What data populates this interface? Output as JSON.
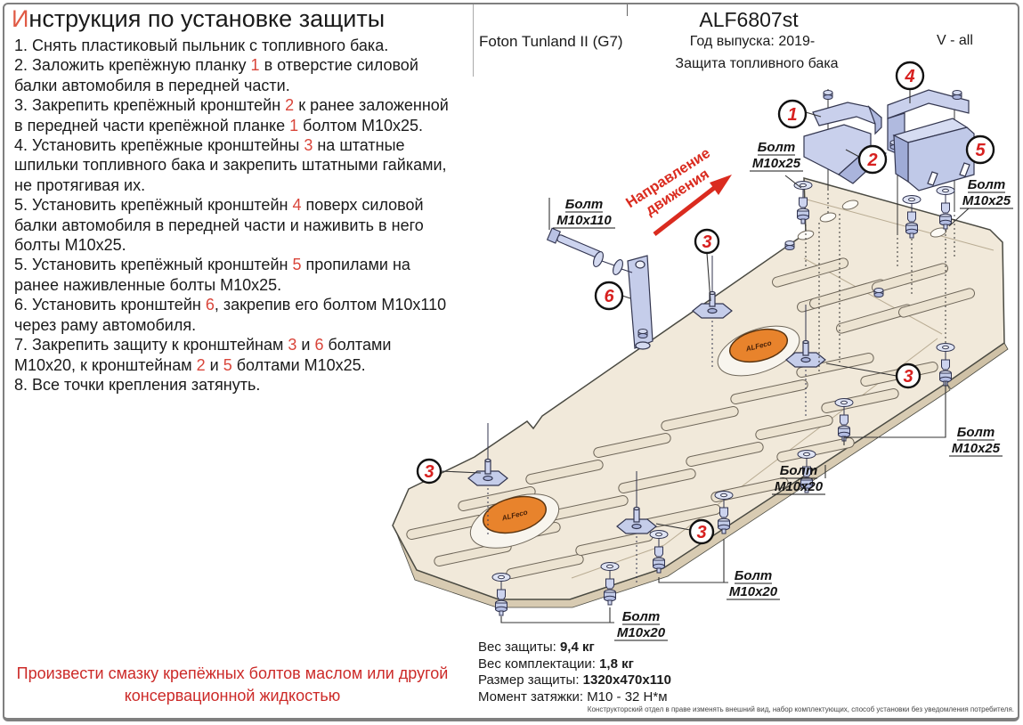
{
  "page": {
    "title_first": "И",
    "title_rest": "нструкция по установке защиты"
  },
  "header": {
    "part_number": "ALF6807st",
    "vehicle": "Foton Tunland II (G7)",
    "year": "Год выпуска: 2019-",
    "product": "Защита топливного бака",
    "version": "V - all"
  },
  "instructions": [
    "1. Снять пластиковый пыльник с топливного бака.",
    "2. Заложить крепёжную планку <1> в отверстие силовой балки автомобиля в передней части.",
    "3. Закрепить крепёжный кронштейн <2> к ранее заложенной в передней части крепёжной планке <1> болтом М10х25.",
    "4. Установить крепёжные кронштейны <3> на штатные шпильки топливного бака и закрепить штатными гайками, не протягивая их.",
    "5. Установить крепёжный кронштейн <4> поверх силовой балки автомобиля в передней части и наживить в него болты М10х25.",
    "5. Установить крепёжный кронштейн <5> пропилами на ранее наживленные болты М10х25.",
    "6. Установить кронштейн <6>, закрепив его болтом М10х110 через раму автомобиля.",
    "7. Закрепить защиту к кронштейнам <3> и <6> болтами М10х20, к кронштейнам <2> и <5> болтами М10х25.",
    "8. Все точки крепления затянуть."
  ],
  "note_red": "Произвести смазку крепёжных болтов маслом или другой консервационной жидкостью",
  "direction": {
    "line1": "Направление",
    "line2": "движения"
  },
  "diagram": {
    "bolt_word": "Болт",
    "bolt_sizes": {
      "m10x25": "М10х25",
      "m10x110": "М10х110",
      "m10x20": "М10х20"
    },
    "callouts": {
      "c1": "1",
      "c2": "2",
      "c3": "3",
      "c4": "4",
      "c5": "5",
      "c6": "6"
    },
    "logo_text": "ALFeco"
  },
  "specs": {
    "rows": [
      {
        "label": "Вес защиты: ",
        "value": "9,4 кг",
        "bold": true
      },
      {
        "label": "Вес комплектации: ",
        "value": "1,8 кг",
        "bold": true
      },
      {
        "label": "Размер защиты: ",
        "value": "1320х470х110",
        "bold": true
      },
      {
        "label": "Момент затяжки: ",
        "value": "М10 - 32 Н*м",
        "bold": false
      }
    ]
  },
  "footer": {
    "disclaimer": "Конструкторский отдел в праве изменять внешний вид, набор комплектующих, способ установки без уведомления потребителя."
  },
  "colors": {
    "red": "#d7201f",
    "accent_orange": "#e8832c",
    "plate": "#f1e9da",
    "bracket": "#c9d0ec"
  }
}
